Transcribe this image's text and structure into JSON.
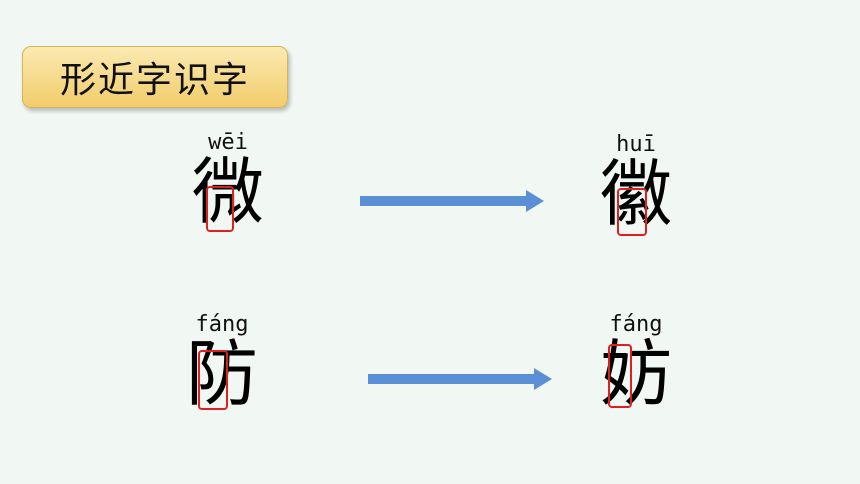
{
  "title": "形近字识字",
  "pairs": [
    {
      "left": {
        "pinyin": "wēi",
        "char": "微"
      },
      "right": {
        "pinyin": "huī",
        "char": "徽"
      }
    },
    {
      "left": {
        "pinyin": "fáng",
        "char": "防"
      },
      "right": {
        "pinyin": "fáng",
        "char": "妨"
      }
    }
  ],
  "colors": {
    "arrow": "#5b8fd6",
    "highlight": "#e02020",
    "title_bg": "#f5d77f"
  }
}
